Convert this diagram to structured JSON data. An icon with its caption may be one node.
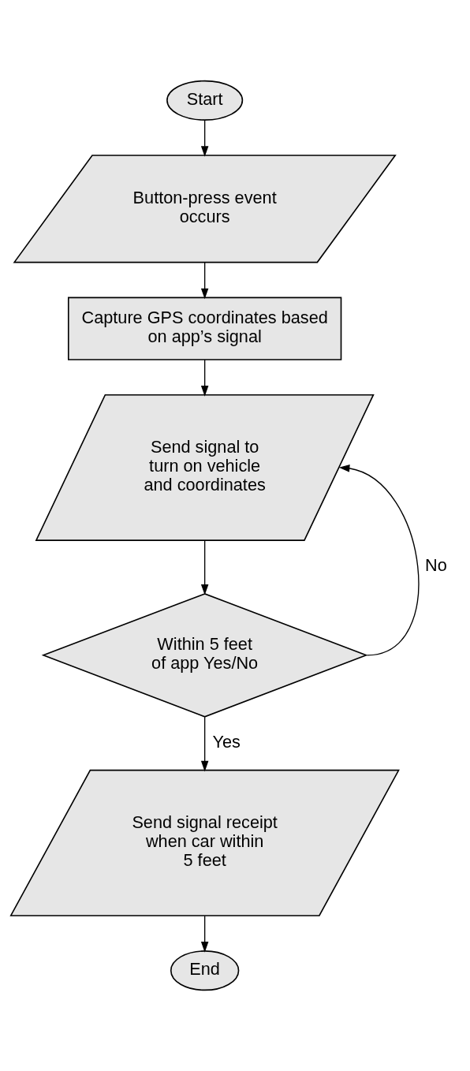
{
  "diagram": {
    "nodes": [
      {
        "text": [
          "Start"
        ]
      },
      {
        "text": [
          "Button-press event occurs"
        ]
      },
      {
        "text": [
          "Capture GPS coordinates based on app’s signal"
        ]
      },
      {
        "text": [
          "Send signal to turn on vehicle and coordinates"
        ]
      },
      {
        "text": [
          "Within 5 feet of app Yes/No"
        ]
      },
      {
        "text": [
          "Send signal receipt when car within 5 feet"
        ]
      },
      {
        "text": [
          "End"
        ]
      }
    ],
    "edges": [
      {
        "from": 0,
        "to": 1,
        "arrow": "to"
      },
      {
        "from": 1,
        "to": 2,
        "arrow": "to"
      },
      {
        "from": 2,
        "to": 3,
        "arrow": "to"
      },
      {
        "from": 3,
        "to": 4,
        "arrow": "to"
      },
      {
        "from": 4,
        "to": 3,
        "arrow": "to",
        "label": "No"
      },
      {
        "from": 4,
        "to": 5,
        "arrow": "to",
        "label": "Yes"
      },
      {
        "from": 5,
        "to": 6,
        "arrow": "to"
      }
    ]
  }
}
